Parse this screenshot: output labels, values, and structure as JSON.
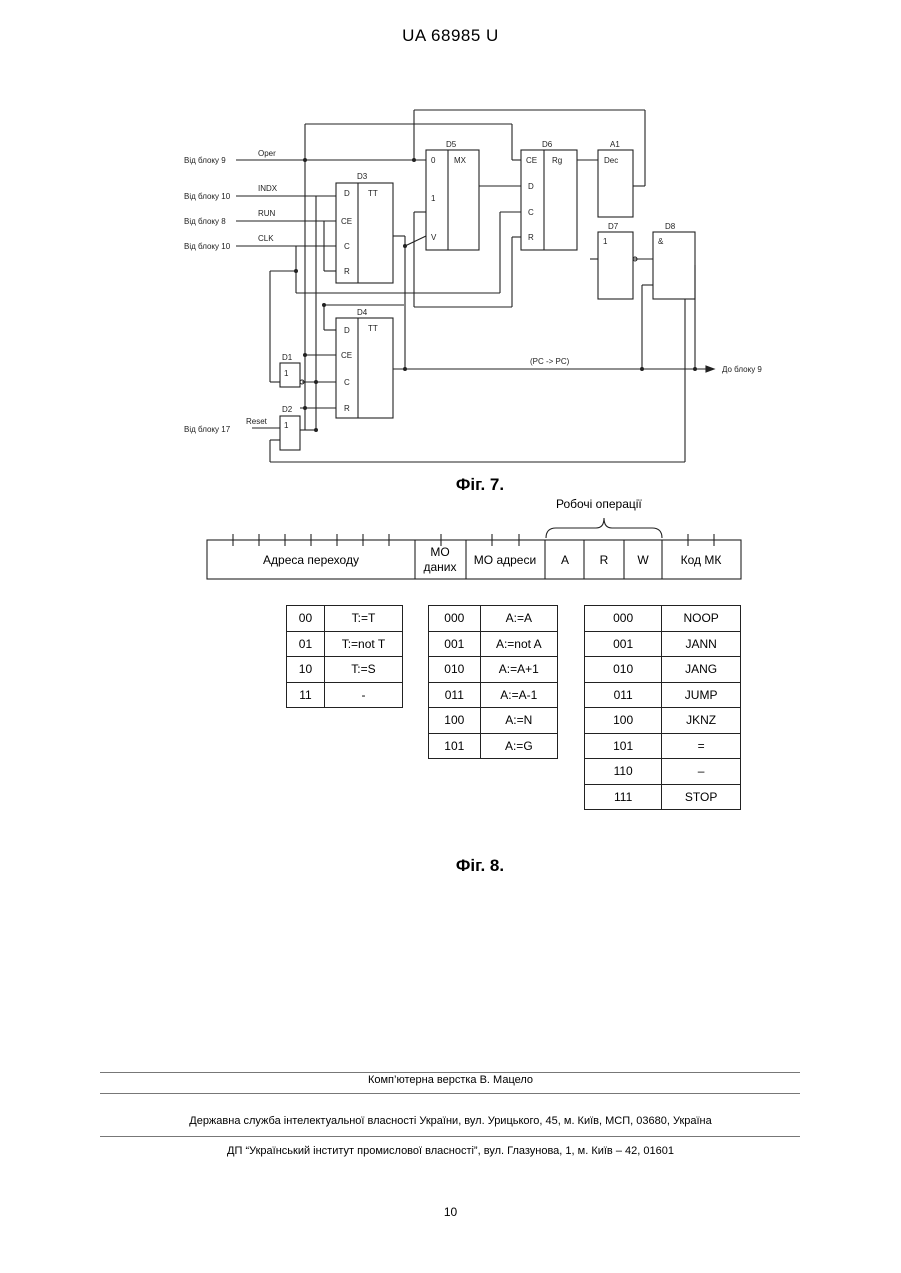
{
  "header": "UA   68985   U",
  "fig7": {
    "inputs": [
      "Від блоку 9",
      "Від блоку 10",
      "Від блоку 8",
      "Від блоку 10",
      "Від блоку 17"
    ],
    "signals": [
      "Oper",
      "INDX",
      "RUN",
      "CLK",
      "Reset"
    ],
    "blocks": {
      "d3": "D3",
      "d4": "D4",
      "d5": "D5",
      "d6": "D6",
      "a1": "A1",
      "d7": "D7",
      "d8": "D8",
      "d1": "D1",
      "d2": "D2"
    },
    "pins": {
      "D": "D",
      "CE": "CE",
      "C": "C",
      "R": "R",
      "TT": "TT",
      "zero": "0",
      "one": "1",
      "V": "V",
      "MX": "MX",
      "Rg": "Rg",
      "Dec": "Dec",
      "and": "&"
    },
    "bus_label": "(PC -> PC)",
    "output": "До блоку 9",
    "caption": "Фіг. 7."
  },
  "fig8": {
    "brace_label": "Робочі операції",
    "fields": [
      "Адреса переходу",
      "МО даних",
      "МО адреси",
      "A",
      "R",
      "W",
      "Код МК"
    ],
    "mo_data_line1": "МО",
    "mo_data_line2": "даних",
    "table1": [
      [
        "00",
        "T:=T"
      ],
      [
        "01",
        "T:=not T"
      ],
      [
        "10",
        "T:=S"
      ],
      [
        "11",
        "-"
      ]
    ],
    "table2": [
      [
        "000",
        "A:=A"
      ],
      [
        "001",
        "A:=not A"
      ],
      [
        "010",
        "A:=A+1"
      ],
      [
        "011",
        "A:=A-1"
      ],
      [
        "100",
        "A:=N"
      ],
      [
        "101",
        "A:=G"
      ]
    ],
    "table3": [
      [
        "000",
        "NOOP"
      ],
      [
        "001",
        "JANN"
      ],
      [
        "010",
        "JANG"
      ],
      [
        "011",
        "JUMP"
      ],
      [
        "100",
        "JKNZ"
      ],
      [
        "101",
        "="
      ],
      [
        "110",
        "–"
      ],
      [
        "111",
        "STOP"
      ]
    ],
    "caption": "Фіг. 8."
  },
  "footer": {
    "layout_credit": "Комп’ютерна верстка В. Мацело",
    "agency": "Державна служба інтелектуальної власності України, вул. Урицького, 45, м. Київ, МСП, 03680, Україна",
    "institute": "ДП “Український інститут промислової власності”, вул. Глазунова, 1, м. Київ – 42, 01601",
    "page_number": "10"
  }
}
